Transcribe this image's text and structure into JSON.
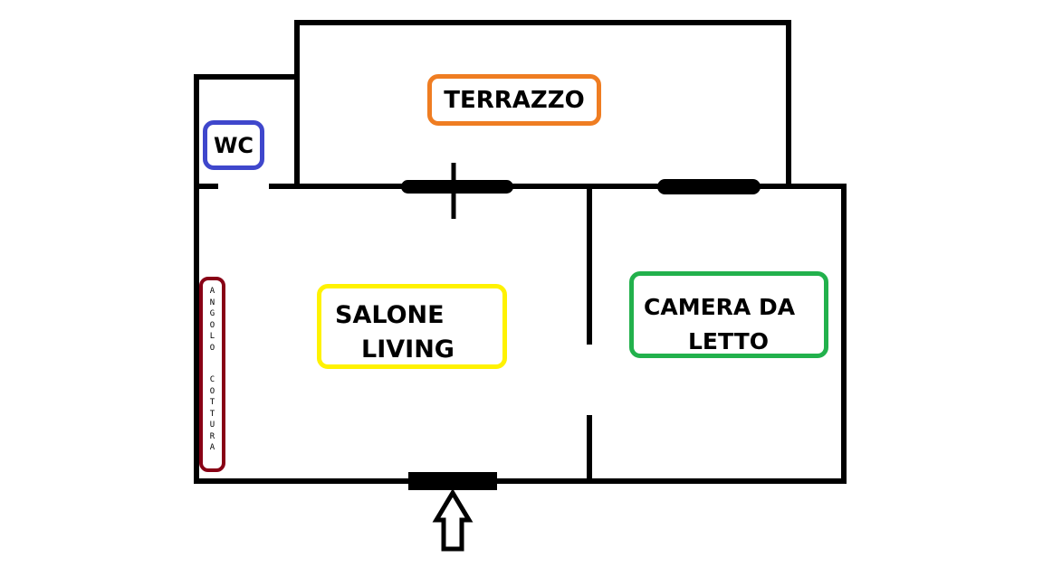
{
  "rooms": {
    "terrazzo": {
      "label": "TERRAZZO",
      "color": "#ef7d22"
    },
    "wc": {
      "label": "WC",
      "color": "#3f47cc"
    },
    "salone": {
      "line1": "SALONE",
      "line2": "LIVING",
      "color": "#fff200"
    },
    "camera": {
      "line1": "CAMERA DA",
      "line2": "LETTO",
      "color": "#22b14c"
    },
    "angolo_cottura": {
      "word1": "ANGOLO",
      "word2": "COTTURA",
      "color": "#880015"
    }
  },
  "entrance_arrow_icon": "up-arrow-outline-icon",
  "wall_color": "#000000"
}
